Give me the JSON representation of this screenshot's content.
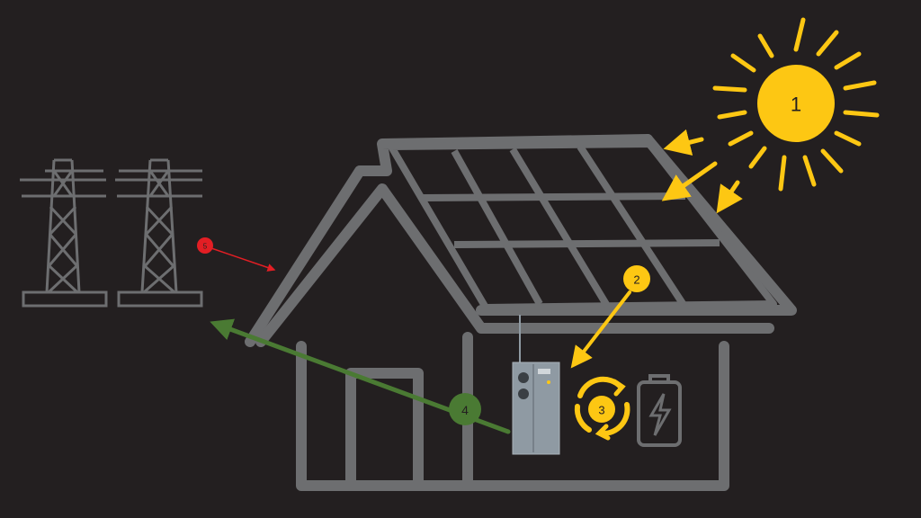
{
  "colors": {
    "background": "#231f20",
    "house": "#6d6e70",
    "sun": "#fdc713",
    "green": "#4a7a33",
    "red": "#e31e24",
    "inverter": "#8f9aa3"
  },
  "markers": [
    {
      "label": "1",
      "meaning": "sun"
    },
    {
      "label": "2",
      "meaning": "panels-to-inverter"
    },
    {
      "label": "3",
      "meaning": "battery-cycle"
    },
    {
      "label": "4",
      "meaning": "export-to-grid"
    },
    {
      "label": "5",
      "meaning": "grid"
    }
  ],
  "icons": [
    "sun-icon",
    "solar-panel-icon",
    "house-icon",
    "transmission-tower-icon",
    "inverter-icon",
    "cycle-arrows-icon",
    "battery-icon"
  ]
}
